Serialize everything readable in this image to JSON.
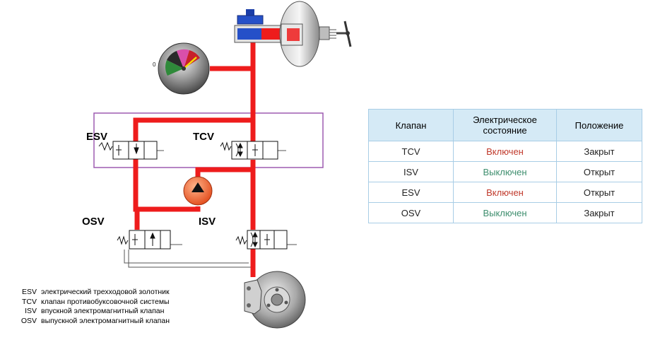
{
  "labels": {
    "esv": "ESV",
    "tcv": "TCV",
    "osv": "OSV",
    "isv": "ISV"
  },
  "legend": [
    {
      "abbr": "ESV",
      "text": "электрический трехходовой золотник"
    },
    {
      "abbr": "TCV",
      "text": "клапан противобуксовочной системы"
    },
    {
      "abbr": "ISV",
      "text": "впускной электромагнитный клапан"
    },
    {
      "abbr": "OSV",
      "text": "выпускной электромагнитный клапан"
    }
  ],
  "table": {
    "headers": [
      "Клапан",
      "Электрическое состояние",
      "Положение"
    ],
    "rows": [
      {
        "valve": "TCV",
        "state": "Включен",
        "state_kind": "on",
        "position": "Закрыт"
      },
      {
        "valve": "ISV",
        "state": "Выключен",
        "state_kind": "off",
        "position": "Открыт"
      },
      {
        "valve": "ESV",
        "state": "Включен",
        "state_kind": "on",
        "position": "Открыт"
      },
      {
        "valve": "OSV",
        "state": "Выключен",
        "state_kind": "off",
        "position": "Закрыт"
      }
    ]
  },
  "colors": {
    "fluid": "#ee1c1c",
    "frame": "#9d5bb0",
    "table_border": "#a8cde6",
    "table_header": "#d5eaf6",
    "state_on": "#c0392b",
    "state_off": "#3e8e6e"
  },
  "icons": [
    "brake-booster-icon",
    "pressure-gauge-icon",
    "pump-icon",
    "brake-disc-icon"
  ]
}
